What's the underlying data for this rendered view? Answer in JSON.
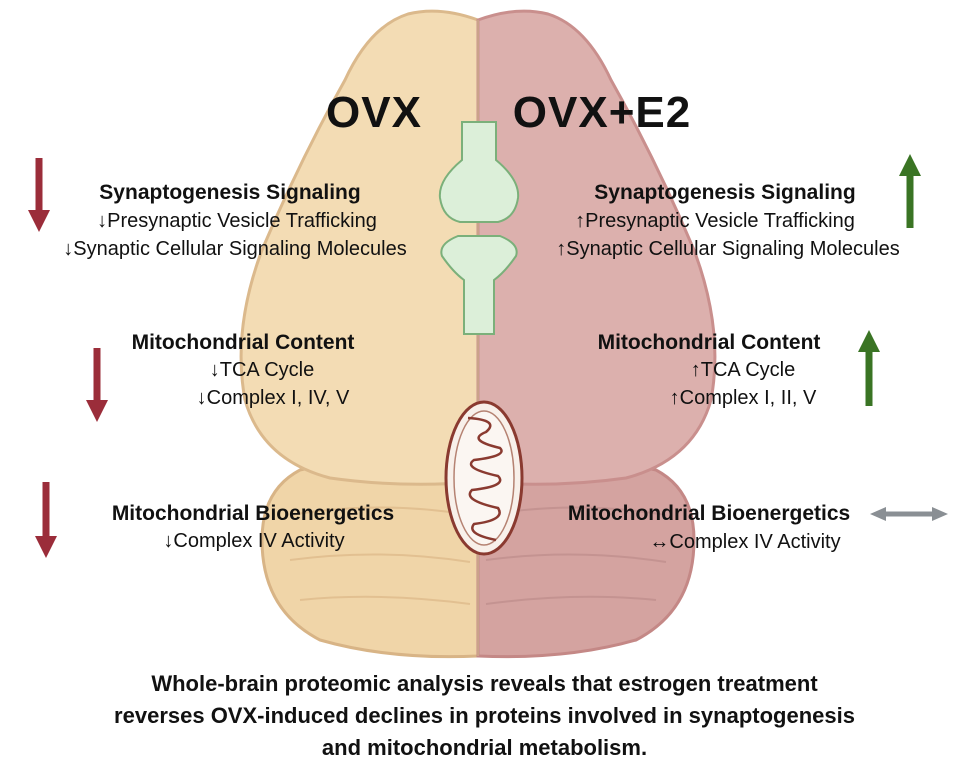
{
  "conditions": {
    "left": "OVX",
    "right": "OVX+E2"
  },
  "left": {
    "synaptogenesis": {
      "title": "Synaptogenesis  Signaling",
      "lines": [
        {
          "arrow": "↓",
          "text": "Presynaptic Vesicle Trafficking"
        },
        {
          "arrow": "↓",
          "text": "Synaptic Cellular Signaling Molecules"
        }
      ]
    },
    "content": {
      "title": "Mitochondrial Content",
      "lines": [
        {
          "arrow": "↓",
          "text": "TCA Cycle"
        },
        {
          "arrow": "↓",
          "text": "Complex I, IV, V"
        }
      ]
    },
    "bioenergetics": {
      "title": "Mitochondrial Bioenergetics",
      "lines": [
        {
          "arrow": "↓",
          "text": "Complex IV Activity"
        }
      ]
    }
  },
  "right": {
    "synaptogenesis": {
      "title": "Synaptogenesis  Signaling",
      "lines": [
        {
          "arrow": "↑",
          "text": "Presynaptic Vesicle Trafficking"
        },
        {
          "arrow": "↑",
          "text": "Synaptic Cellular Signaling Molecules"
        }
      ]
    },
    "content": {
      "title": "Mitochondrial Content",
      "lines": [
        {
          "arrow": "↑",
          "text": "TCA Cycle"
        },
        {
          "arrow": "↑",
          "text": "Complex I, II, V"
        }
      ]
    },
    "bioenergetics": {
      "title": "Mitochondrial Bioenergetics",
      "lines": [
        {
          "arrow": "↔",
          "text": "Complex IV Activity"
        }
      ]
    }
  },
  "colors": {
    "decrease": "#9b2d3a",
    "increase": "#3a7424",
    "unchanged": "#8a8f94",
    "left_brain": "#f3dcb4",
    "right_brain": "#d9aaa8",
    "synapse": "#dcefd9"
  },
  "caption": {
    "line1": "Whole-brain proteomic analysis reveals that estrogen treatment",
    "line2": "reverses OVX-induced declines in proteins involved in synaptogenesis",
    "line3": "and mitochondrial metabolism."
  }
}
